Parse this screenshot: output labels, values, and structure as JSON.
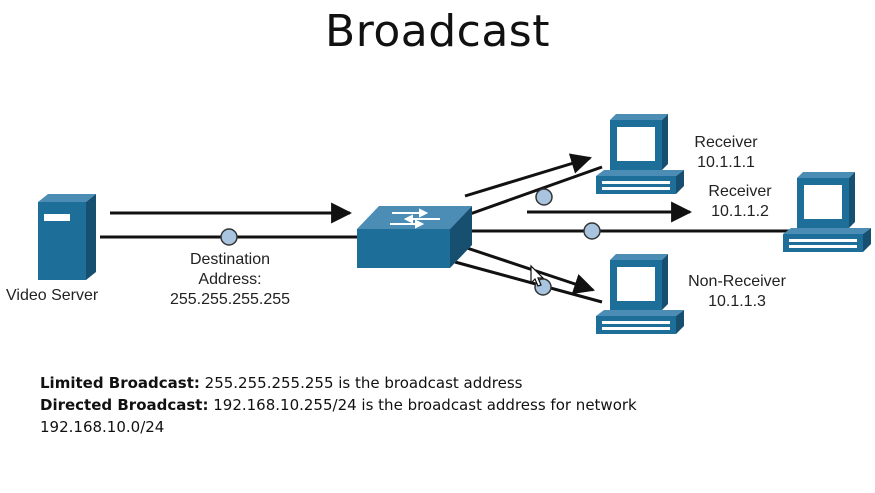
{
  "title": "Broadcast",
  "colors": {
    "device": "#1e6e9a",
    "device_dark": "#174f70",
    "screen": "#ffffff",
    "dot": "#a9c4de",
    "line": "#111111"
  },
  "server": {
    "label": "Video Server",
    "icon": "server-icon"
  },
  "switch": {
    "icon": "switch-icon"
  },
  "destination": {
    "line1": "Destination",
    "line2": "Address:",
    "line3": "255.255.255.255"
  },
  "hosts": [
    {
      "role": "Receiver",
      "ip": "10.1.1.1",
      "icon": "computer-icon"
    },
    {
      "role": "Receiver",
      "ip": "10.1.1.2",
      "icon": "computer-icon"
    },
    {
      "role": "Non-Receiver",
      "ip": "10.1.1.3",
      "icon": "computer-icon"
    }
  ],
  "notes": {
    "limited_label": "Limited Broadcast:",
    "limited_text": " 255.255.255.255 is the broadcast address",
    "directed_label": "Directed Broadcast:",
    "directed_text": " 192.168.10.255/24 is the broadcast address for network",
    "directed_text2": "192.168.10.0/24"
  }
}
